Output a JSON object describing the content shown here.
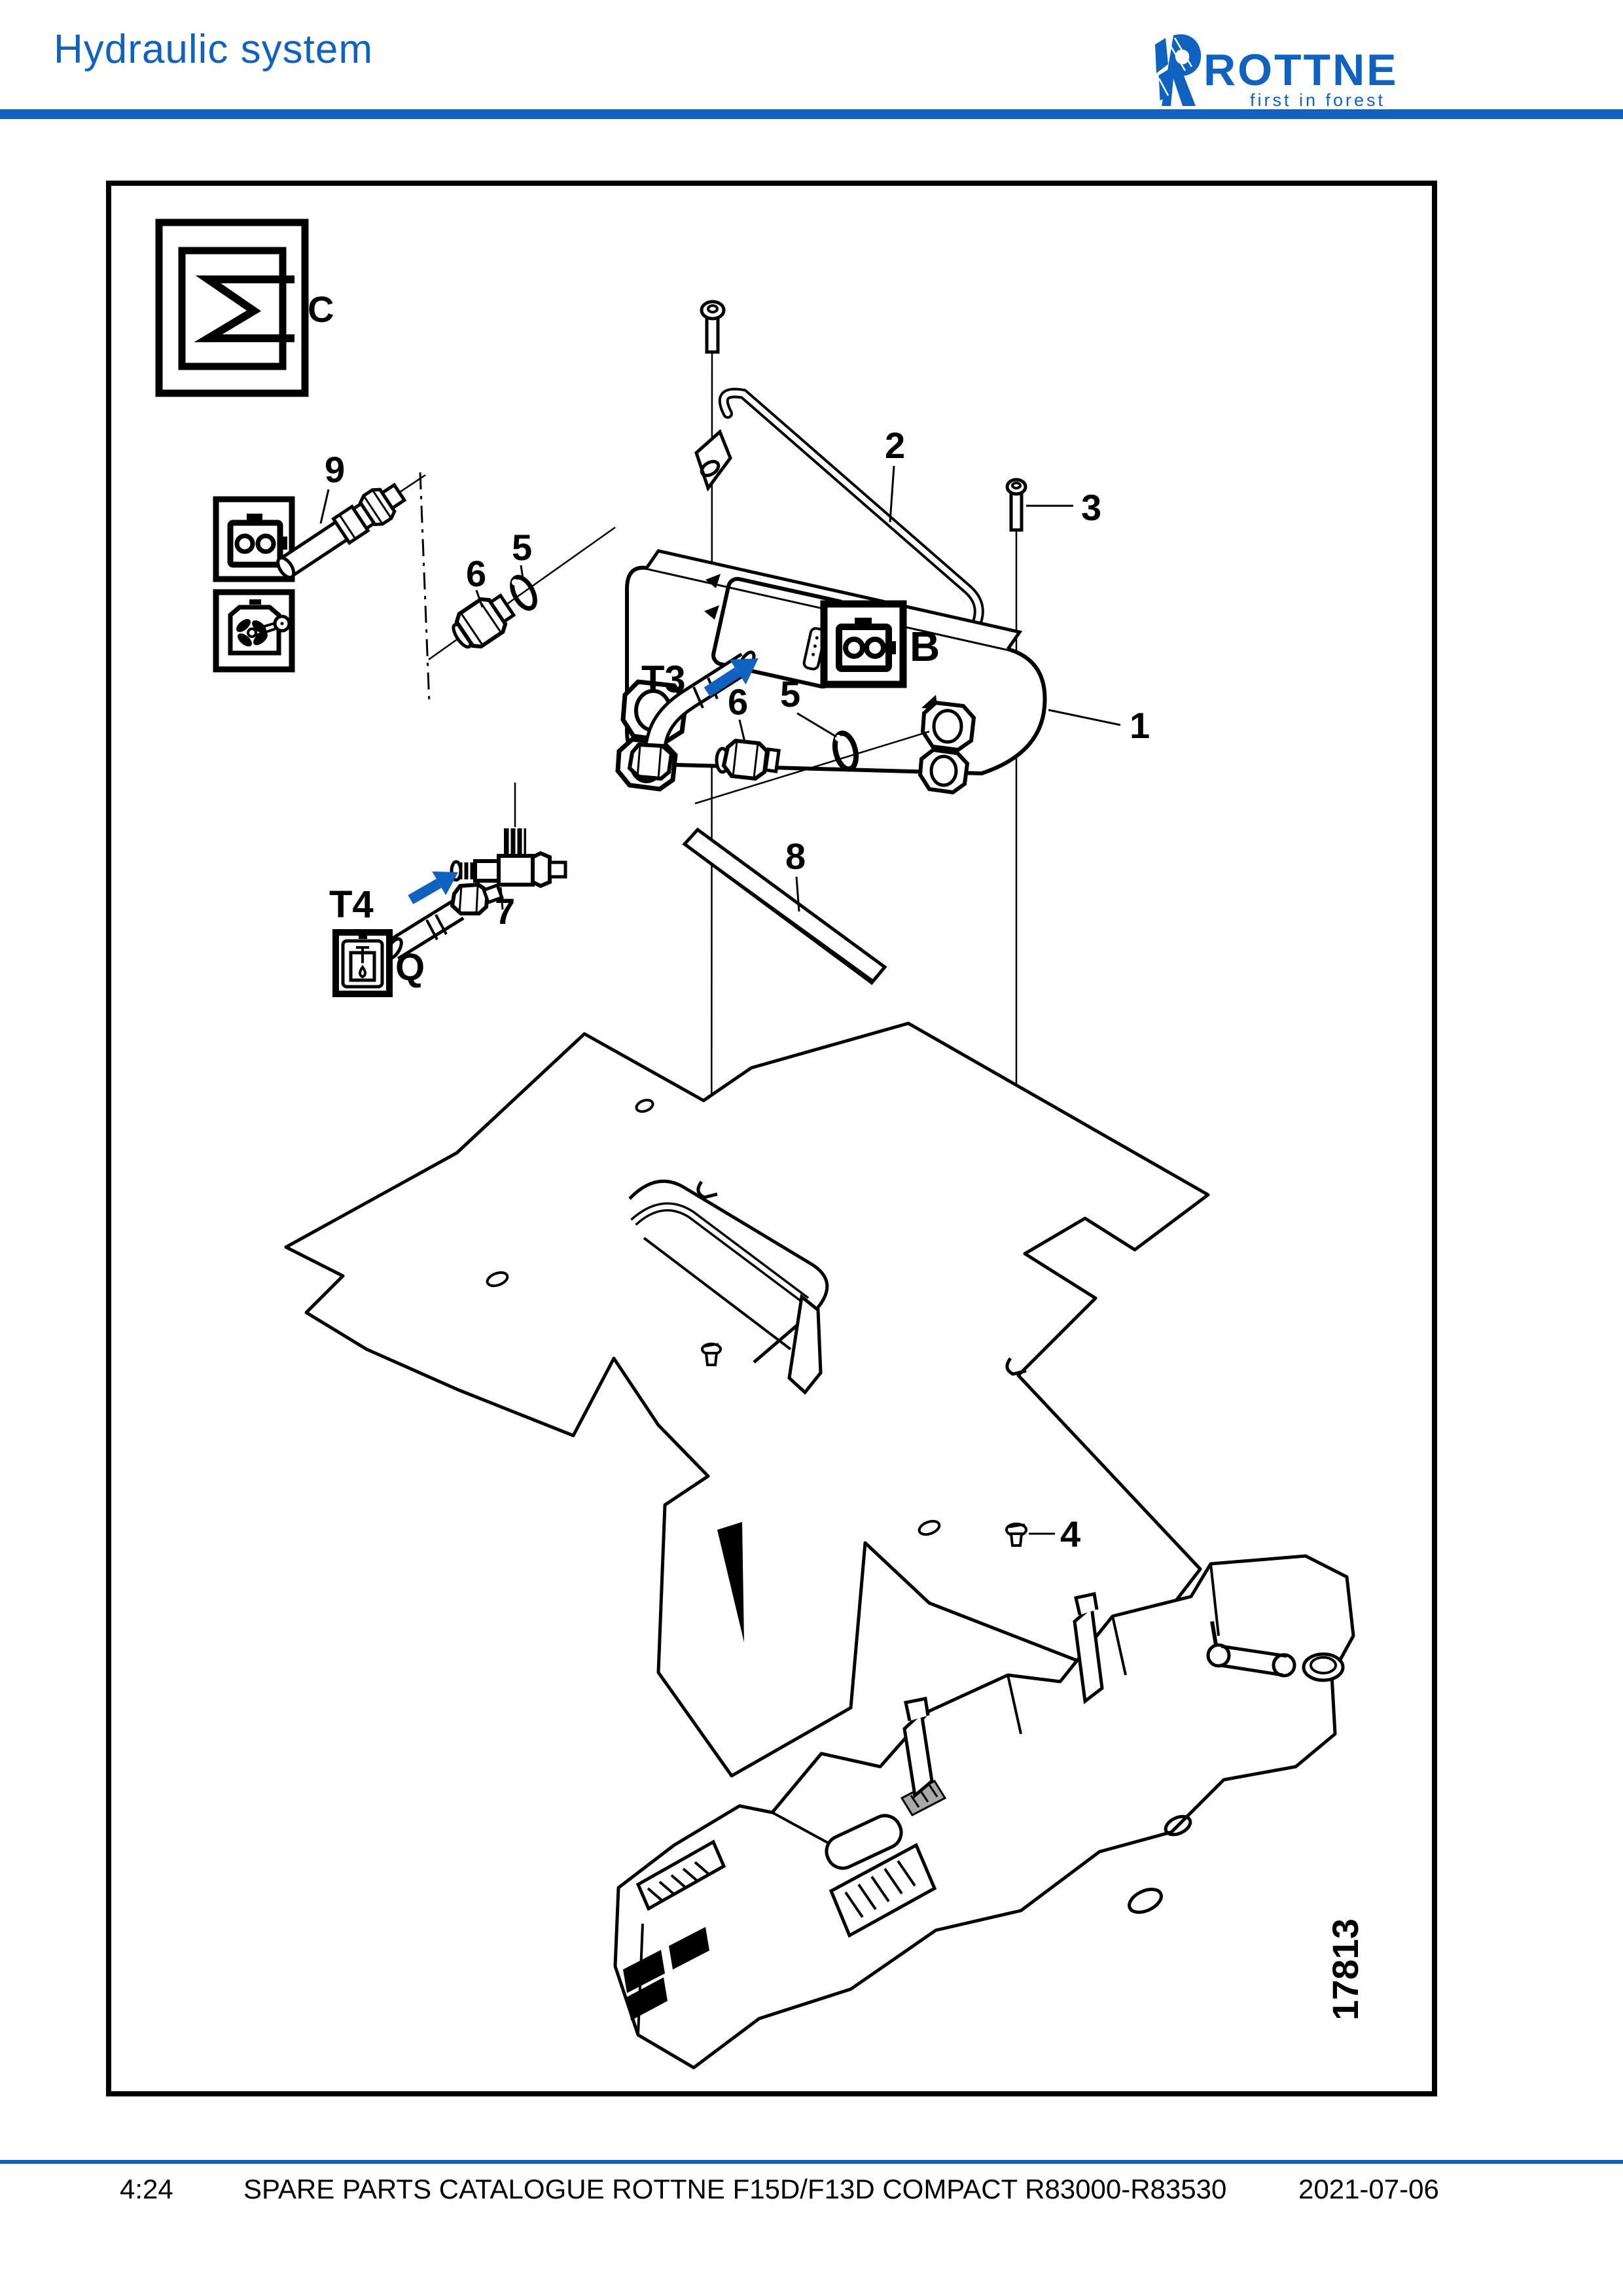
{
  "header": {
    "title": "Hydraulic system",
    "logo_text": "ROTTNE",
    "logo_tagline": "first in forest"
  },
  "colors": {
    "accent_blue": "#0f62c0",
    "ink": "#000000",
    "seal_grey": "#a8a8a8"
  },
  "figure": {
    "number": "17813"
  },
  "callouts": {
    "c": "C",
    "b": "B",
    "q": "Q",
    "t3": "T3",
    "t4": "T4",
    "n1": "1",
    "n2": "2",
    "n3": "3",
    "n4": "4",
    "n5": "5",
    "n6": "6",
    "n7": "7",
    "n8": "8",
    "n9": "9"
  },
  "icons": {
    "heat_exchanger": "heat-exchanger-icon",
    "connector": "connector-plug-icon",
    "fan": "radiator-fan-icon",
    "oil_level": "oil-level-icon",
    "direction_arrow": "blue-direction-arrow-icon"
  },
  "footer": {
    "page": "4:24",
    "catalogue": "SPARE PARTS CATALOGUE ROTTNE F15D/F13D COMPACT R83000-R83530",
    "date": "2021-07-06"
  }
}
